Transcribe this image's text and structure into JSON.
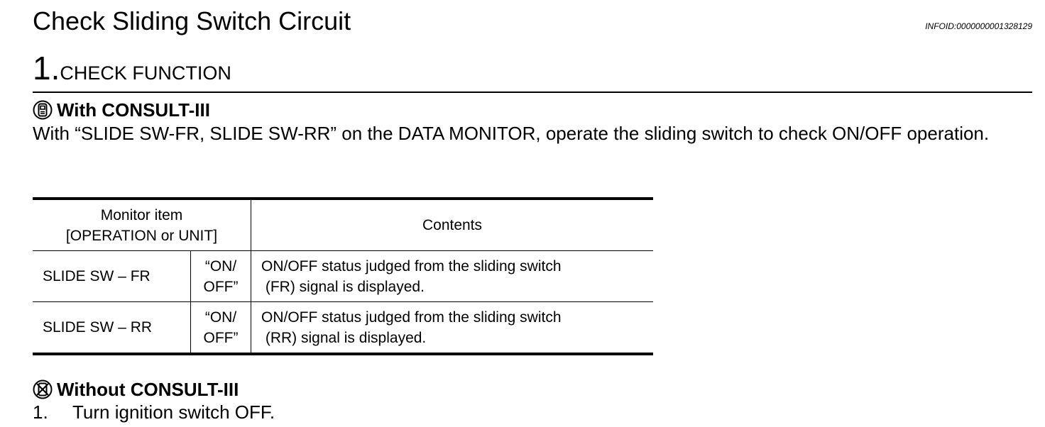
{
  "header": {
    "title": "Check Sliding Switch Circuit",
    "info_id": "INFOID:0000000001328129"
  },
  "step": {
    "number": "1.",
    "title": "CHECK FUNCTION"
  },
  "with_consult": {
    "icon": "consult-tool-icon",
    "heading": "With CONSULT-III",
    "instruction": "With “SLIDE SW-FR, SLIDE SW-RR” on the DATA MONITOR, operate the sliding switch to check ON/OFF operation."
  },
  "monitor_table": {
    "header_item_line1": "Monitor item",
    "header_item_line2": "[OPERATION or UNIT]",
    "header_contents": "Contents",
    "rows": [
      {
        "item": "SLIDE  SW – FR",
        "unit_line1": "“ON/",
        "unit_line2": "OFF”",
        "contents_line1": "ON/OFF status judged from the sliding switch",
        "contents_line2": "(FR) signal is displayed."
      },
      {
        "item": "SLIDE  SW – RR",
        "unit_line1": "“ON/",
        "unit_line2": "OFF”",
        "contents_line1": "ON/OFF status judged from the sliding switch",
        "contents_line2": "(RR) signal is displayed."
      }
    ]
  },
  "without_consult": {
    "icon": "no-consult-tool-icon",
    "heading": "Without CONSULT-III",
    "steps": [
      {
        "number": "1.",
        "text": "Turn ignition switch OFF."
      }
    ]
  }
}
